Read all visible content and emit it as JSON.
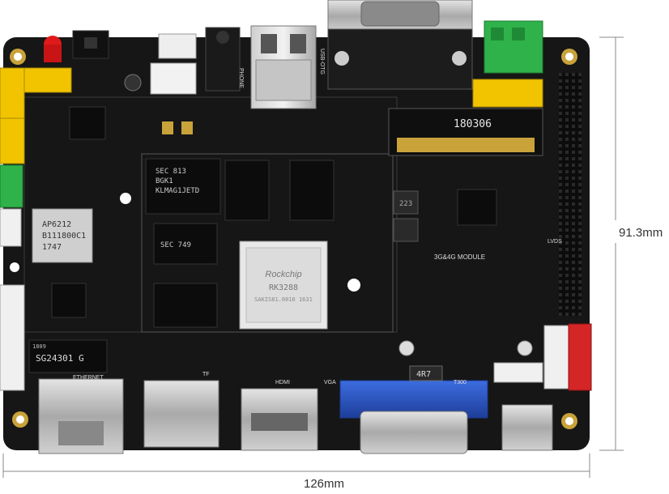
{
  "dimensions": {
    "width_label": "126mm",
    "height_label": "91.3mm"
  },
  "chips": {
    "soc_brand": "Rockchip",
    "soc_model": "RK3288",
    "soc_code": "SAKIS81.0016 1631",
    "wifi_line1": "AP6212",
    "wifi_line2": "B111800C1",
    "wifi_line3": "1747",
    "ethernet_chip": "SG24301 G",
    "ethernet_chip_code": "1809",
    "module_label": "180306",
    "flash_line1": "SEC 813",
    "flash_line2": "BGK1",
    "flash_line3": "KLMAG1JETD",
    "dram_line": "SEC 749",
    "inductor_label": "4R7",
    "inductor_small": "223",
    "conn_4g": "3G&4G MODULE",
    "label_phone": "PHONE",
    "label_usb": "USB-OTG",
    "label_hdmi": "HDMI",
    "label_vga": "VGA",
    "label_ethernet": "ETHERNET",
    "label_tf": "TF",
    "label_lvds": "LVDS",
    "label_t300": "T300"
  },
  "colors": {
    "pcb": "#161616",
    "silkscreen": "#e8e8e8",
    "gold": "#c9a23a",
    "metal": "#b8b8b8",
    "yellow_conn": "#f2c400",
    "green_conn": "#2fb24a",
    "red_conn": "#d42626",
    "vga_blue": "#2a55c9"
  }
}
